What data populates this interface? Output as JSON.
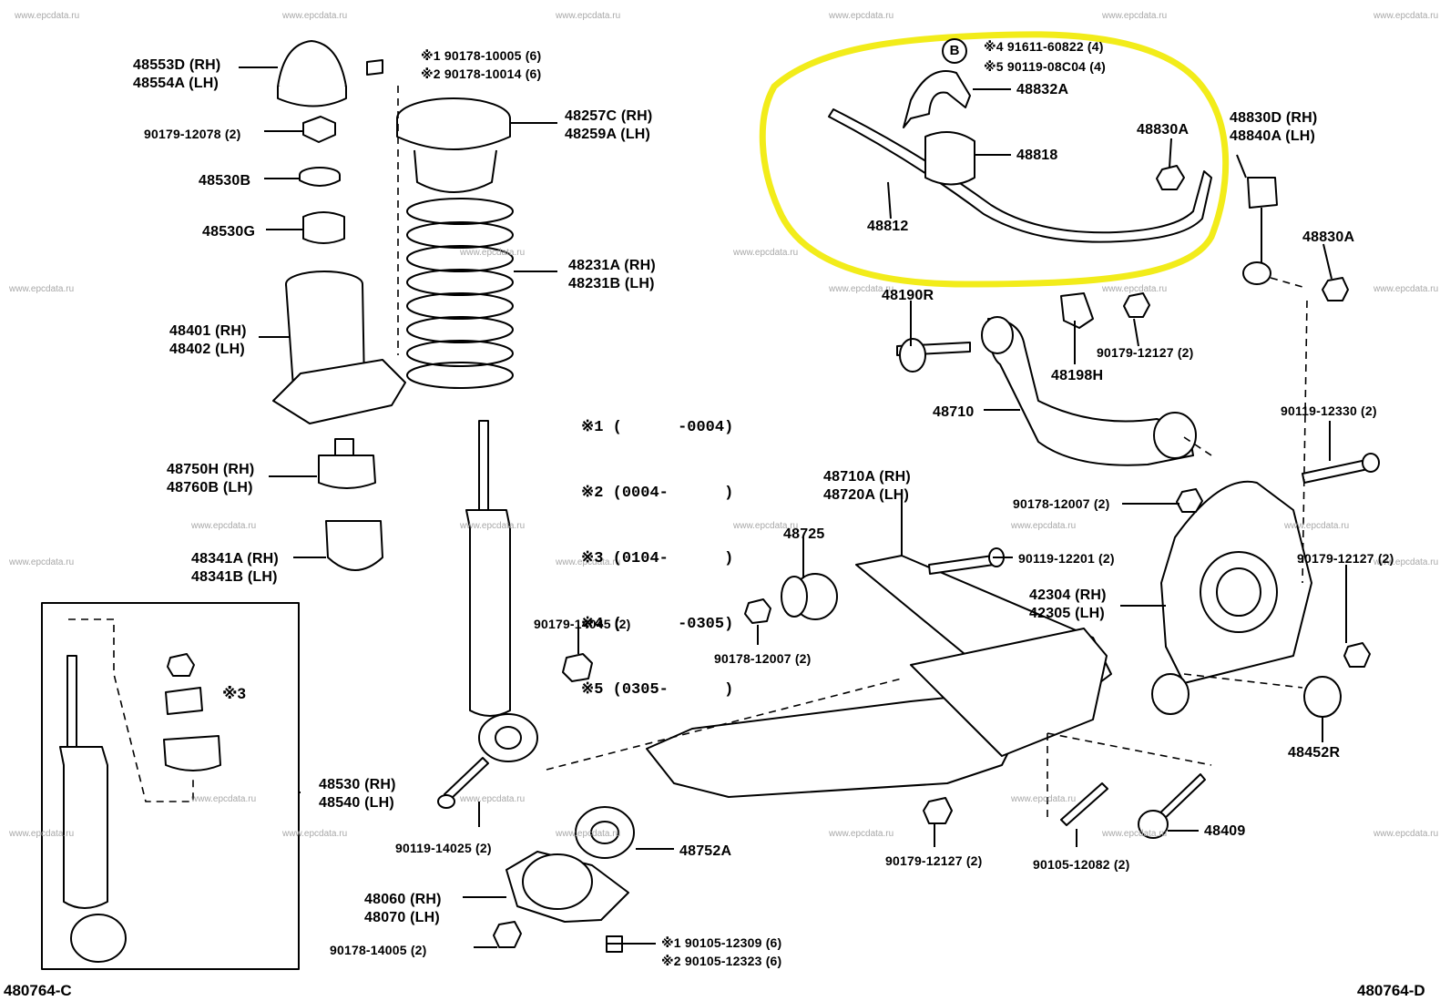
{
  "colors": {
    "highlight": "#f2ec1a",
    "line": "#000000",
    "watermark": "#a8a8a8"
  },
  "watermark_text": "www.epcdata.ru",
  "diagram_codes": {
    "left": "480764-C",
    "right": "480764-D"
  },
  "circle_marker": "B",
  "labels": {
    "p48553d": "48553D (RH)",
    "p48554a": "48554A (LH)",
    "fa1": "※1 90178-10005 (6)",
    "fa2": "※2 90178-10014 (6)",
    "p90179_12078": "90179-12078 (2)",
    "p48257c": "48257C (RH)",
    "p48259a": "48259A (LH)",
    "p48530b": "48530B",
    "p48530g": "48530G",
    "p48231a": "48231A (RH)",
    "p48231b": "48231B (LH)",
    "p48401": "48401 (RH)",
    "p48402": "48402 (LH)",
    "p48750h": "48750H (RH)",
    "p48760b": "48760B (LH)",
    "p48341a": "48341A (RH)",
    "p48341b": "48341B (LH)",
    "mark3": "※3",
    "p48530": "48530 (RH)",
    "p48540": "48540 (LH)",
    "p90179_14045": "90179-14045 (2)",
    "p90119_14025": "90119-14025 (2)",
    "p48060": "48060 (RH)",
    "p48070": "48070 (LH)",
    "p90178_14005": "90178-14005 (2)",
    "fb1": "※1 90105-12309 (6)",
    "fb2": "※2 90105-12323 (6)",
    "p48752a": "48752A",
    "fc4": "※4 91611-60822 (4)",
    "fc5": "※5 90119-08C04 (4)",
    "p48832a": "48832A",
    "p48818": "48818",
    "p48830a_top": "48830A",
    "p48830d": "48830D (RH)",
    "p48840a": "48840A (LH)",
    "p48812": "48812",
    "p48830a_mid": "48830A",
    "p48190r": "48190R",
    "p48198h": "48198H",
    "p90179_12127_a": "90179-12127 (2)",
    "p48710": "48710",
    "p90119_12330": "90119-12330 (2)",
    "p48710a": "48710A (RH)",
    "p48720a": "48720A (LH)",
    "p90178_12007_a": "90178-12007 (2)",
    "p48725": "48725",
    "p90119_12201": "90119-12201 (2)",
    "p90179_12127_b": "90179-12127 (2)",
    "p42304": "42304 (RH)",
    "p42305": "42305 (LH)",
    "p90178_12007_b": "90178-12007 (2)",
    "p48452r": "48452R",
    "p48409": "48409",
    "p90179_12127_c": "90179-12127 (2)",
    "p90105_12082": "90105-12082 (2)"
  },
  "date_table": [
    {
      "mark": "※1",
      "range": "(      -0004)"
    },
    {
      "mark": "※2",
      "range": "(0004-      )"
    },
    {
      "mark": "※3",
      "range": "(0104-      )"
    },
    {
      "mark": "※4",
      "range": "(      -0305)"
    },
    {
      "mark": "※5",
      "range": "(0305-      )"
    }
  ]
}
